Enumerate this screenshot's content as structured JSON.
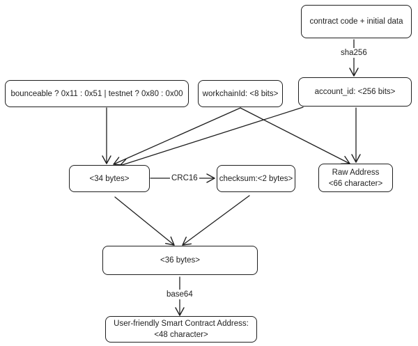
{
  "diagram": {
    "nodes": {
      "contract_code": "contract code + initial data",
      "bounceable": "bounceable ? 0x11 : 0x51 | testnet ? 0x80 : 0x00",
      "workchain": "workchainId: <8 bits>",
      "account_id": "account_id: <256 bits>",
      "bytes34": "<34 bytes>",
      "checksum": "checksum:<2 bytes>",
      "raw_address": {
        "line1": "Raw Address",
        "line2": "<66 character>"
      },
      "bytes36": "<36 bytes>",
      "user_friendly": {
        "line1": "User-friendly Smart Contract Address:",
        "line2": "<48 character>"
      }
    },
    "edge_labels": {
      "sha256": "sha256",
      "crc16": "CRC16",
      "base64": "base64"
    }
  },
  "colors": {
    "stroke": "#1e1e1e",
    "background": "#ffffff"
  }
}
